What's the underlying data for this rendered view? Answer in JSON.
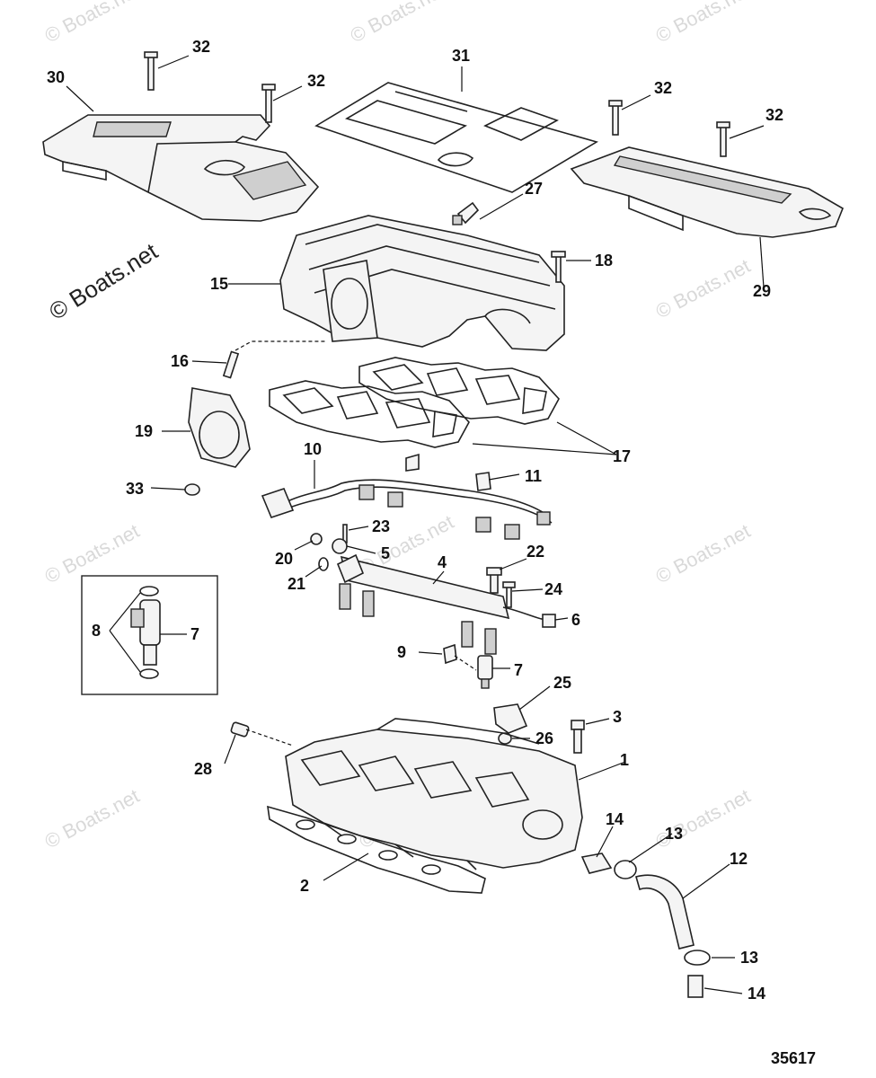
{
  "watermark": {
    "text": "© Boats.net"
  },
  "diagram_number": "35617",
  "callouts": {
    "c1": "1",
    "c2": "2",
    "c3": "3",
    "c4": "4",
    "c5": "5",
    "c6": "6",
    "c7a": "7",
    "c7b": "7",
    "c8": "8",
    "c9": "9",
    "c10": "10",
    "c11": "11",
    "c12": "12",
    "c13a": "13",
    "c13b": "13",
    "c14a": "14",
    "c14b": "14",
    "c15": "15",
    "c16": "16",
    "c17": "17",
    "c18": "18",
    "c19": "19",
    "c20": "20",
    "c21": "21",
    "c22": "22",
    "c23": "23",
    "c24": "24",
    "c25": "25",
    "c26": "26",
    "c27": "27",
    "c28": "28",
    "c29": "29",
    "c30": "30",
    "c31": "31",
    "c32a": "32",
    "c32b": "32",
    "c32c": "32",
    "c32d": "32",
    "c33": "33"
  }
}
